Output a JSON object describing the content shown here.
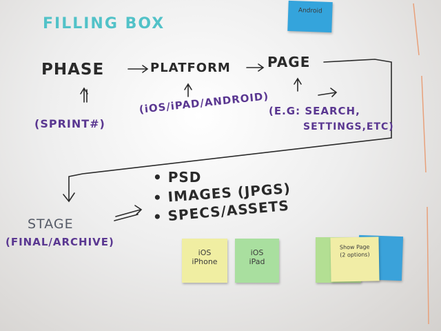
{
  "title": "FILLING BOX",
  "chain": {
    "phase": "PHASE",
    "platform": "PLATFORM",
    "page": "PAGE"
  },
  "phase_options": "(SPRINT#)",
  "platform_options": "(iOS/iPAD/ANDROID)",
  "page_options": [
    "(E.G: SEARCH,",
    "SETTINGS,ETC)"
  ],
  "stage": {
    "label": "STAGE",
    "options": "(FINAL/ARCHIVE)"
  },
  "deliverables": [
    "• PSD",
    "• IMAGES (JPGS)",
    "• SPECS/ASSETS"
  ],
  "stickies": {
    "android": "Android",
    "iphone": [
      "iOS",
      "iPhone"
    ],
    "ipad": [
      "iOS",
      "iPad"
    ],
    "show_page": [
      "Show Page",
      "(2 options)"
    ]
  },
  "colors": {
    "title": "#52c2c8",
    "marker_black": "#2a2a2a",
    "marker_purple": "#5a3791",
    "sticky_yellow": "#f0eea2",
    "sticky_green": "#a9df9f",
    "sticky_blue": "#34a4dc",
    "margin_line": "#e8a07a"
  }
}
